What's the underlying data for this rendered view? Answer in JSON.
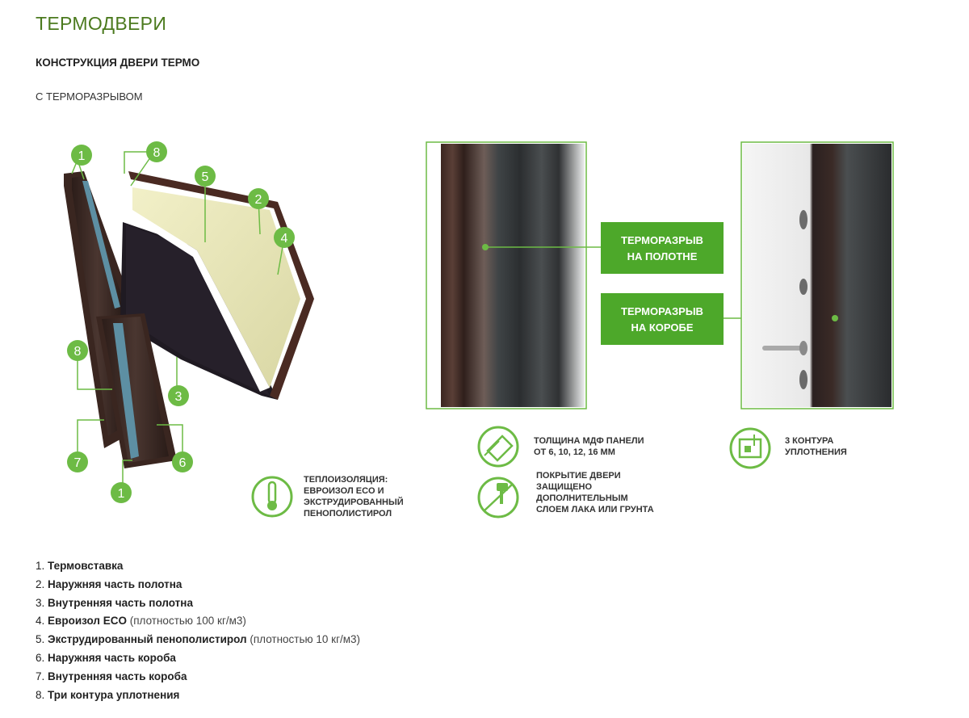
{
  "header": {
    "title": "ТЕРМОДВЕРИ",
    "subtitle": "КОНСТРУКЦИЯ ДВЕРИ ТЕРМО",
    "note": "С ТЕРМОРАЗРЫВОМ"
  },
  "figure": {
    "callouts": [
      "1",
      "8",
      "5",
      "2",
      "4",
      "8",
      "3",
      "7",
      "6",
      "1"
    ],
    "badge_canvas": [
      "ТЕРМОРАЗРЫВ",
      "НА ПОЛОТНЕ"
    ],
    "badge_frame": [
      "ТЕРМОРАЗРЫВ",
      "НА КОРОБЕ"
    ],
    "features": {
      "insulation": [
        "ТЕПЛОИЗОЛЯЦИЯ:",
        "ЕВРОИЗОЛ ECO И",
        "ЭКСТРУДИРОВАННЫЙ",
        "ПЕНОПОЛИСТИРОЛ"
      ],
      "mdf": [
        "ТОЛЩИНА МДФ ПАНЕЛИ",
        "ОТ 6, 10, 12, 16 ММ"
      ],
      "coating": [
        "ПОКРЫТИЕ ДВЕРИ",
        "ЗАЩИЩЕНО",
        "ДОПОЛНИТЕЛЬНЫМ",
        "СЛОЕМ ЛАКА ИЛИ ГРУНТА"
      ],
      "seal": [
        "3 КОНТУРА",
        "УПЛОТНЕНИЯ"
      ]
    },
    "icons": {
      "insulation": "thermometer-icon",
      "mdf": "mdf-panel-icon",
      "coating": "spray-gun-icon",
      "seal": "seal-contour-icon"
    }
  },
  "legend": [
    {
      "num": "1.",
      "name": "Термовставка",
      "extra": ""
    },
    {
      "num": "2.",
      "name": "Наружняя часть полотна",
      "extra": ""
    },
    {
      "num": "3.",
      "name": "Внутренняя часть полотна",
      "extra": ""
    },
    {
      "num": "4.",
      "name": "Евроизол ECO",
      "extra": " (плотностью 100 кг/м3)"
    },
    {
      "num": "5.",
      "name": "Экструдированный пенополистирол",
      "extra": " (плотностью 10 кг/м3)"
    },
    {
      "num": "6.",
      "name": "Наружняя часть короба",
      "extra": ""
    },
    {
      "num": "7.",
      "name": "Внутренняя часть короба",
      "extra": ""
    },
    {
      "num": "8.",
      "name": "Три контура уплотнения",
      "extra": ""
    }
  ],
  "colors": {
    "brand_green": "#4b7a1e",
    "badge_green": "#4da82a",
    "callout_green": "#6dbb45",
    "metal_dark": "#3a2a25"
  }
}
